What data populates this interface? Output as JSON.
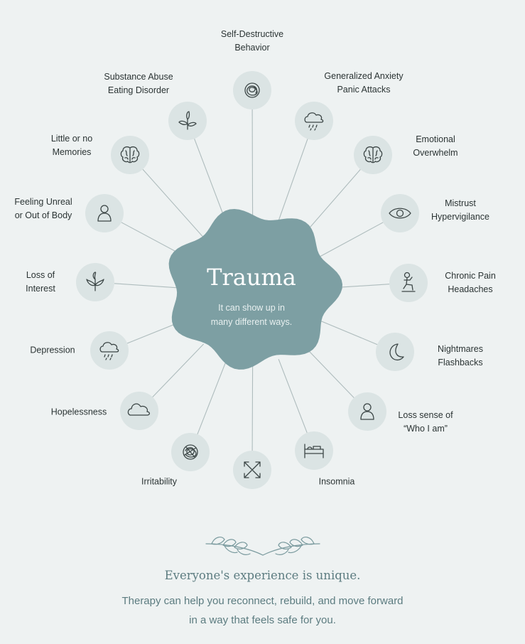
{
  "center": {
    "title": "Trauma",
    "subtitle_lines": [
      "It can show up in",
      "many different ways."
    ]
  },
  "nodes": [
    {
      "icon": "brain-scribble-icon",
      "lines": [
        "Self-Destructive",
        "Behavior"
      ]
    },
    {
      "icon": "rain-cloud-icon",
      "lines": [
        "Generalized Anxiety",
        "Panic Attacks"
      ]
    },
    {
      "icon": "brain-icon",
      "lines": [
        "Emotional",
        "Overwhelm"
      ]
    },
    {
      "icon": "eye-icon",
      "lines": [
        "Mistrust",
        "Hypervigilance"
      ]
    },
    {
      "icon": "sitting-person-icon",
      "lines": [
        "Chronic Pain",
        "Headaches"
      ]
    },
    {
      "icon": "moon-icon",
      "lines": [
        "Nightmares",
        "Flashbacks"
      ]
    },
    {
      "icon": "person-icon",
      "lines": [
        "Loss sense of",
        "“Who I am”"
      ]
    },
    {
      "icon": "bed-icon",
      "lines": [
        "Insomnia"
      ]
    },
    {
      "icon": "arrows-icon",
      "lines": []
    },
    {
      "icon": "tangled-scribble-icon",
      "lines": [
        "Irritability"
      ]
    },
    {
      "icon": "cloud-icon",
      "lines": [
        "Hopelessness"
      ]
    },
    {
      "icon": "rain-cloud-icon",
      "lines": [
        "Depression"
      ]
    },
    {
      "icon": "plant-icon",
      "lines": [
        "Loss of",
        "Interest"
      ]
    },
    {
      "icon": "person-icon",
      "lines": [
        "Feeling Unreal",
        "or Out of Body"
      ]
    },
    {
      "icon": "brain-icon",
      "lines": [
        "Little or no",
        "Memories"
      ]
    },
    {
      "icon": "sprout-icon",
      "lines": [
        "Substance Abuse",
        "Eating Disorder"
      ]
    }
  ],
  "footer": {
    "tagline": "Everyone's experience is unique.",
    "message_lines": [
      "Therapy can help you reconnect, rebuild, and move forward",
      "in a way that feels safe for you."
    ]
  },
  "colors": {
    "background": "#eef2f2",
    "blob": "#7d9fa3",
    "node_circle": "#dbe4e4",
    "footer_text": "#5c7c80"
  }
}
